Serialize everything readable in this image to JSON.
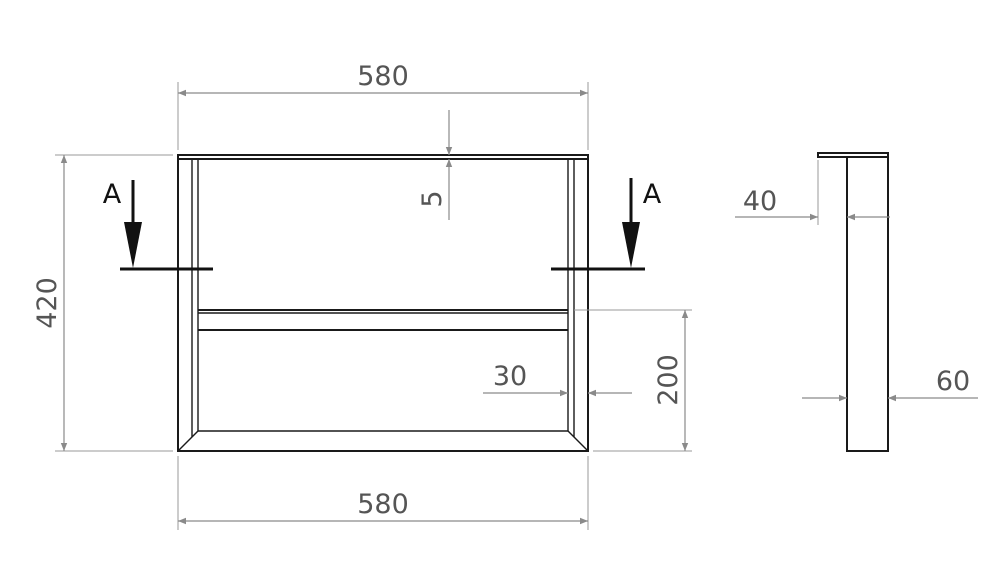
{
  "dimensions": {
    "top_width": "580",
    "bottom_width": "580",
    "height": "420",
    "top_thickness": "5",
    "frame_width": "30",
    "shelf_height": "200",
    "side_depth_top": "40",
    "side_depth": "60"
  },
  "section": {
    "left_label": "A",
    "right_label": "A"
  },
  "colors": {
    "object_line": "#1a1a1a",
    "dimension_line": "#8a8a8a",
    "dimension_text": "#555555"
  }
}
